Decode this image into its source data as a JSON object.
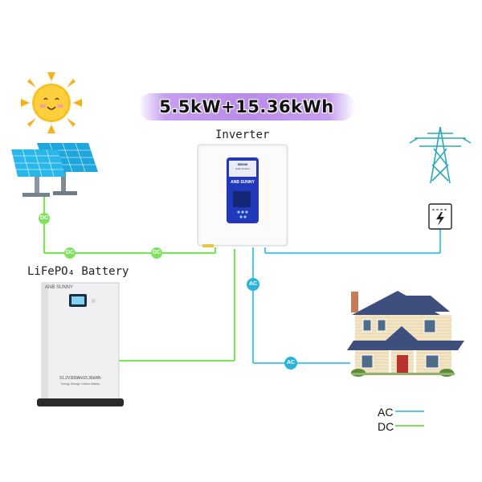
{
  "title": "5.5kW+15.36kWh",
  "inverter": {
    "label": "Inverter",
    "screen_line1": "5500W",
    "screen_line2": "Solar Inverter",
    "brand": "ANB SUNNY"
  },
  "battery": {
    "label": "LiFePO₄ Battery",
    "brand": "ANB SUNNY",
    "spec": "51.2V300Ah/15.36kWh",
    "subtext": "Energy Storage Lithium Battery"
  },
  "connectors": {
    "dc": "DC",
    "ac": "AC"
  },
  "legend": {
    "ac": "AC",
    "dc": "DC",
    "ac_color": "#5ec5de",
    "dc_color": "#7ee35b"
  },
  "icons": [
    "sun-icon",
    "solar-panel-icon",
    "power-tower-icon",
    "electric-meter-icon",
    "house-icon"
  ]
}
